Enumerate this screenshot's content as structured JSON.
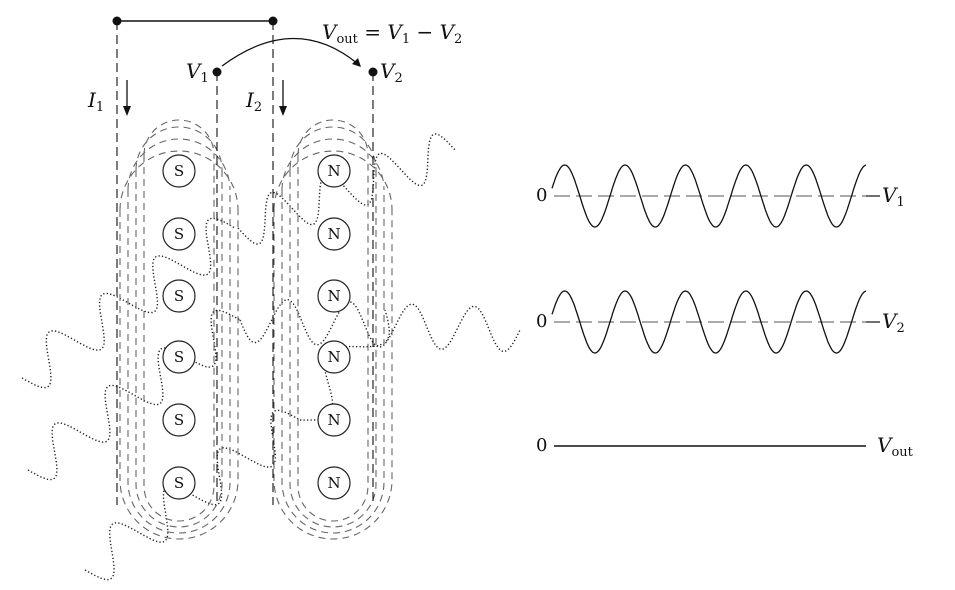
{
  "pickup": {
    "coil1_magnets": [
      "S",
      "S",
      "S",
      "S",
      "S",
      "S"
    ],
    "coil2_magnets": [
      "N",
      "N",
      "N",
      "N",
      "N",
      "N"
    ]
  },
  "labels": {
    "current1": {
      "symbol": "I",
      "sub": "1"
    },
    "current2": {
      "symbol": "I",
      "sub": "2"
    },
    "v1": {
      "symbol": "V",
      "sub": "1"
    },
    "v2": {
      "symbol": "V",
      "sub": "2"
    },
    "vout_eq": {
      "lhs": "V",
      "lhs_sub": "out",
      "eq": " = ",
      "a": "V",
      "a_sub": "1",
      "minus": " − ",
      "b": "V",
      "b_sub": "2"
    }
  },
  "waveforms": [
    {
      "zero_label": "0",
      "name": "V",
      "sub": "1",
      "kind": "sine"
    },
    {
      "zero_label": "0",
      "name": "V",
      "sub": "2",
      "kind": "sine"
    },
    {
      "zero_label": "0",
      "name": "V",
      "sub": "out",
      "kind": "flat"
    }
  ]
}
